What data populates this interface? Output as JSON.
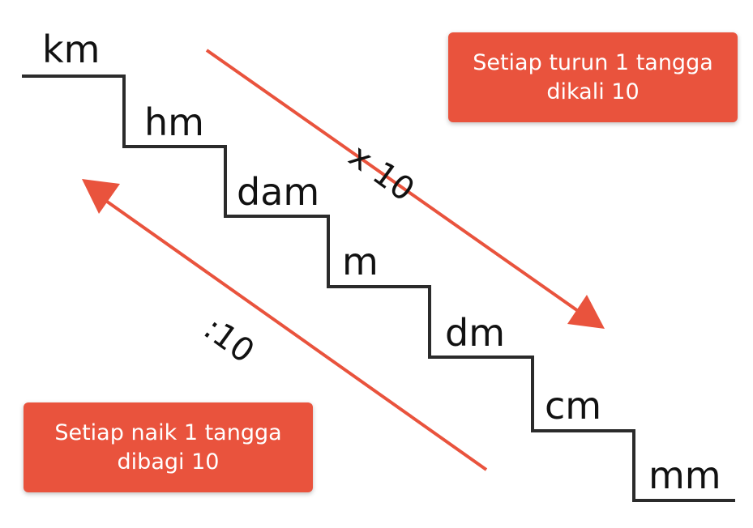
{
  "units": [
    "km",
    "hm",
    "dam",
    "m",
    "dm",
    "cm",
    "mm"
  ],
  "down": {
    "operator_label": "x 10",
    "note_line1": "Setiap turun 1 tangga",
    "note_line2": "dikali 10"
  },
  "up": {
    "operator_label": ":10",
    "note_line1": "Setiap naik 1 tangga",
    "note_line2": "dibagi 10"
  },
  "colors": {
    "accent": "#e9533d",
    "stairs": "#2b2b2b",
    "text": "#111111"
  }
}
